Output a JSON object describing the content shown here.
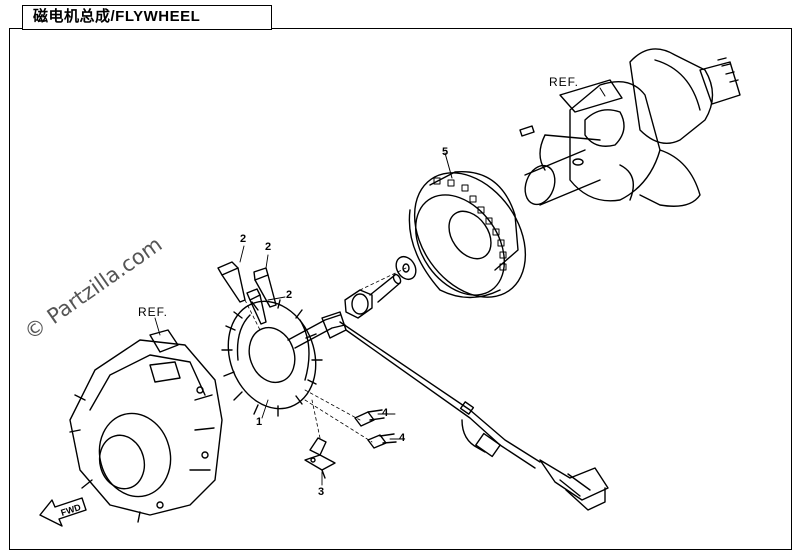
{
  "title": "磁电机总成/FLYWHEEL",
  "watermark": "© Partzilla.com",
  "refs": [
    "REF.",
    "REF."
  ],
  "callouts": [
    "1",
    "2",
    "2",
    "2",
    "3",
    "4",
    "4",
    "5"
  ],
  "fwd_label": "FWD",
  "colors": {
    "line": "#000000",
    "background": "#ffffff",
    "watermark": "#555555"
  }
}
